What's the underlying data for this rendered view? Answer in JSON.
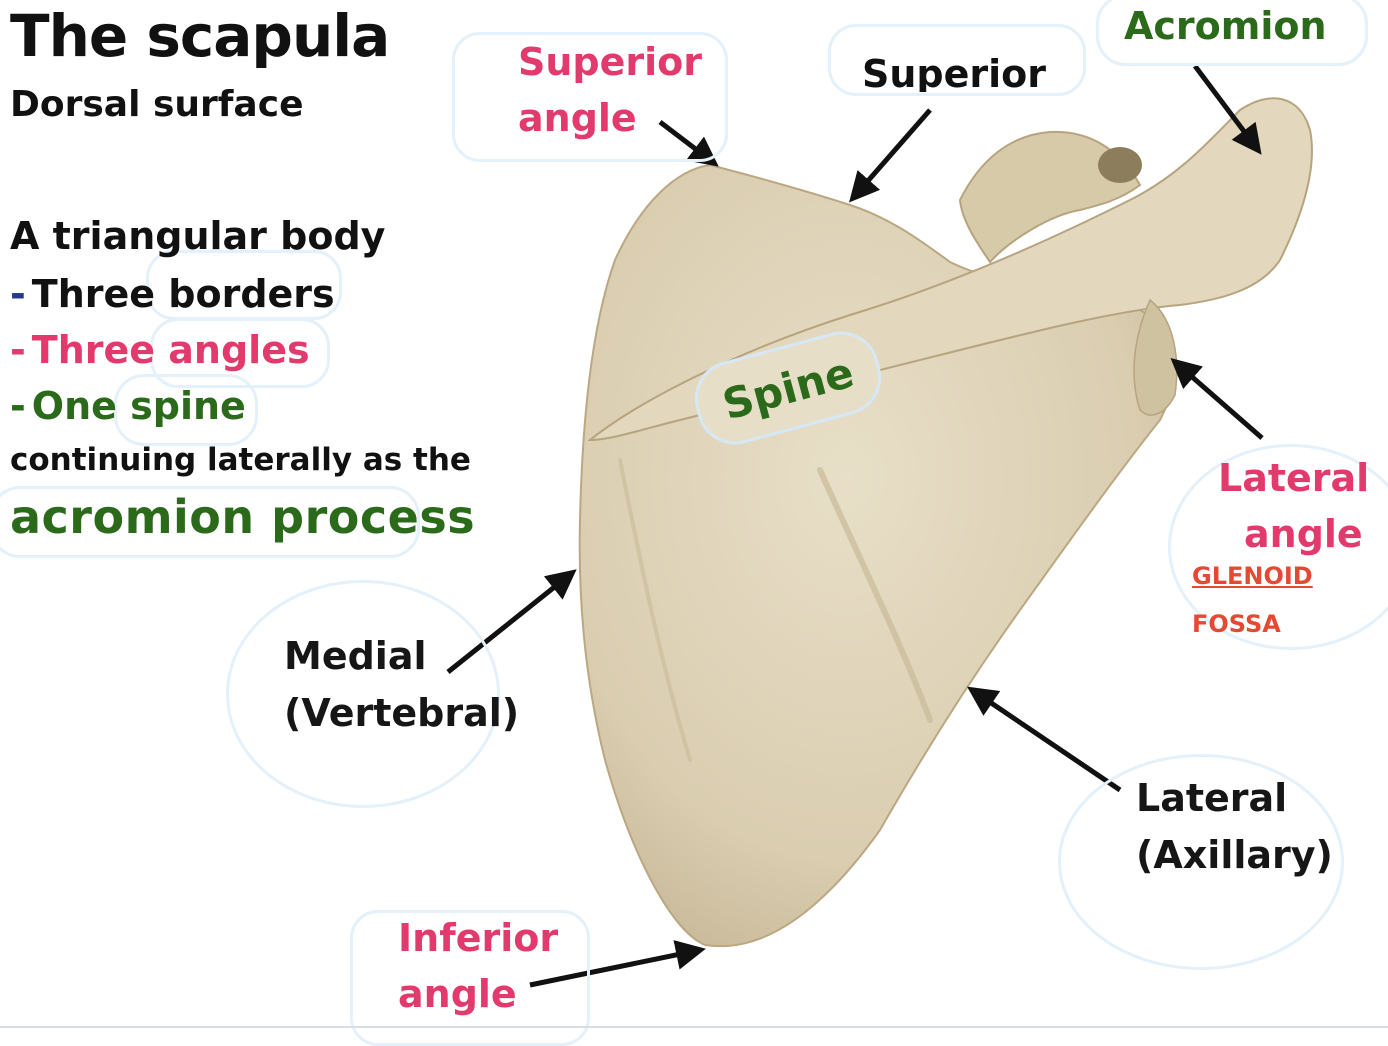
{
  "title": "The scapula",
  "subtitle": "Dorsal surface",
  "body_heading": "A triangular body",
  "bullets": [
    {
      "dash": "-",
      "text": "Three borders",
      "color": "#243a8a"
    },
    {
      "dash": "-",
      "text": "Three angles",
      "color": "#e33a6e"
    },
    {
      "dash": "-",
      "text": "One spine",
      "color": "#2b6a1a"
    }
  ],
  "continuation": "continuing laterally as the",
  "acromion_process": "acromion process",
  "labels": {
    "superior_angle_1": "Superior",
    "superior_angle_2": "angle",
    "superior_border": "Superior",
    "acromion": "Acromion",
    "spine": "Spine",
    "lateral_angle_1": "Lateral",
    "lateral_angle_2": "angle",
    "glenoid": "GLENOID",
    "fossa": "FOSSA",
    "medial_1": "Medial",
    "medial_2": "(Vertebral)",
    "lateral_border_1": "Lateral",
    "lateral_border_2": "(Axillary)",
    "inferior_angle_1": "Inferior",
    "inferior_angle_2": "angle"
  },
  "colors": {
    "angle_label": "#e33a6e",
    "spine_label": "#2b6a1a",
    "border_label": "#111111",
    "glenoid_label": "#e44a33",
    "bone_fill": "#ddd2b8",
    "bubble_outline": "#e4f0fa"
  }
}
